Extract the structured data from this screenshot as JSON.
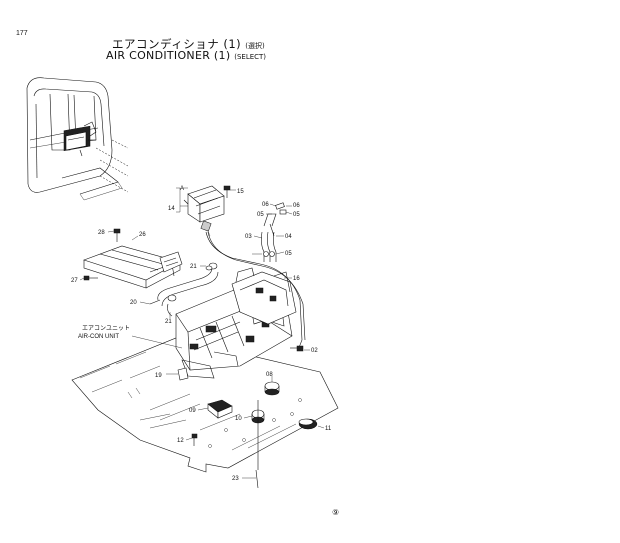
{
  "page_number": "177",
  "title_jp": "エアコンディショナ (1)",
  "title_jp_sub": "(選択)",
  "title_en": "AIR CONDITIONER (1)",
  "title_en_sub": "(SELECT)",
  "unit_label_jp": "エアコンユニット",
  "unit_label_en": "AIR-CON UNIT",
  "detail_label": "A",
  "footer_mark": "⑨",
  "callouts": {
    "c14": "14",
    "c15": "15",
    "c06a": "06",
    "c06b": "06",
    "c05a": "05",
    "c05b": "05",
    "c03": "03",
    "c04": "04",
    "c05c": "05",
    "c16": "16",
    "c28": "28",
    "c26": "26",
    "c27": "27",
    "c21a": "21",
    "c20": "20",
    "c21b": "21",
    "c02": "02",
    "c19": "19",
    "c08": "08",
    "c09": "09",
    "c10": "10",
    "c11": "11",
    "c12": "12",
    "c23": "23"
  }
}
